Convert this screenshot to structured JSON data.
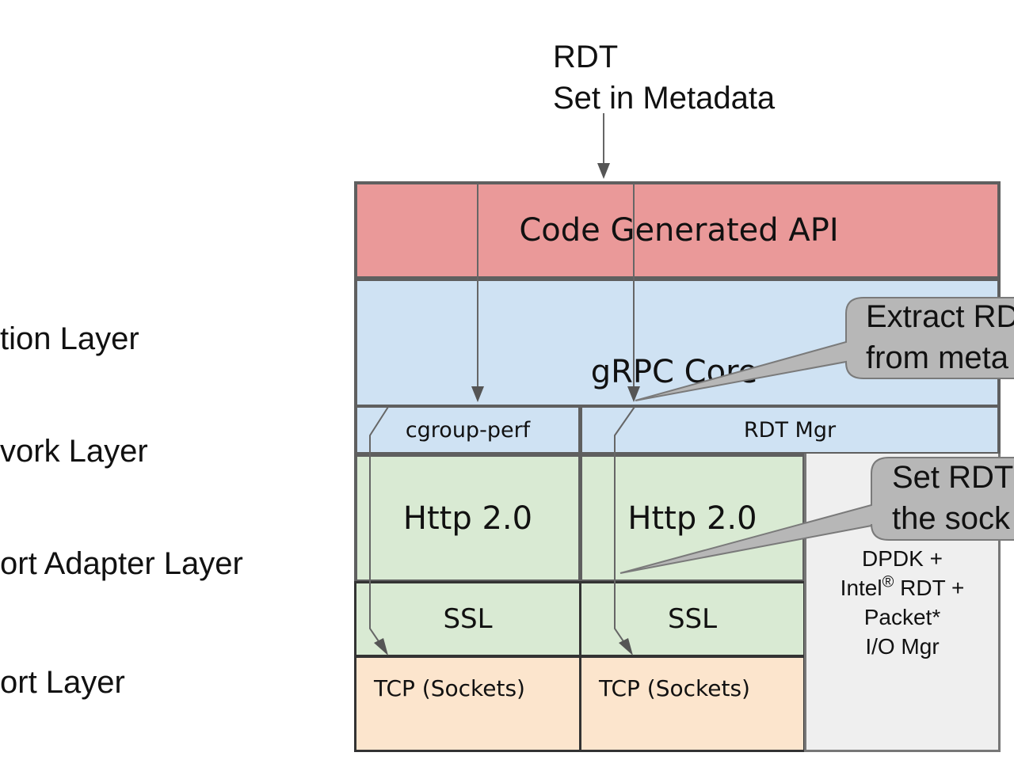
{
  "top_annotation": {
    "line1": "RDT",
    "line2": "Set in Metadata"
  },
  "layer_labels": [
    "tion Layer",
    "vork Layer",
    "ort Adapter Layer",
    "ort Layer"
  ],
  "blocks": {
    "code_generated_api": "Code Generated API",
    "grpc_core": "gRPC Core",
    "cgroup_perf": "cgroup-perf",
    "rdt_mgr": "RDT Mgr",
    "http_left": "Http 2.0",
    "http_right": "Http 2.0",
    "ssl_left": "SSL",
    "ssl_right": "SSL",
    "tcp_left": "TCP (Sockets)",
    "tcp_right": "TCP (Sockets)",
    "dpdk": {
      "line1": "DPDK +",
      "line2_pre": "Intel",
      "line2_sup": "®",
      "line2_post": " RDT +",
      "line3": "Packet*",
      "line4": "I/O Mgr"
    }
  },
  "callouts": {
    "extract": {
      "line1": "Extract RD",
      "line2": "from meta"
    },
    "set_socket": {
      "line1": "Set RDT",
      "line2": "the sock"
    }
  },
  "colors": {
    "api_red": "#ea9999",
    "core_blue": "#cfe2f3",
    "http_green": "#d9ead3",
    "tcp_peach": "#fce5cd",
    "dpdk_gray": "#efefef",
    "callout_gray": "#b7b7b7",
    "border": "#595959"
  }
}
